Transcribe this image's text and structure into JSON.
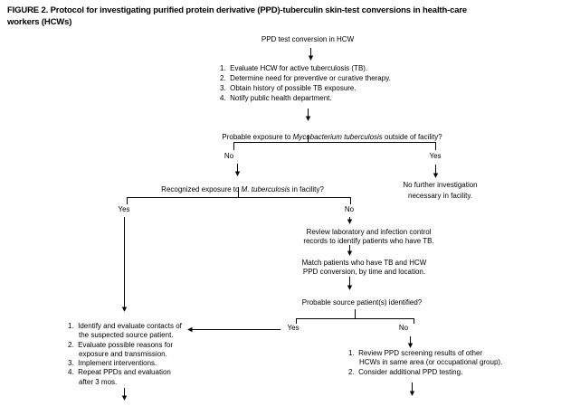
{
  "figure": {
    "title": "FIGURE 2. Protocol for investigating purified protein derivative (PPD)-tuberculin skin-test conversions in health-care\nworkers (HCWs)"
  },
  "flow": {
    "start": "PPD test conversion in HCW",
    "initial_steps": {
      "items": [
        "1.  Evaluate HCW for active tuberculosis (TB).",
        "2.  Determine need for preventive or curative therapy.",
        "3.  Obtain history of possible TB exposure.",
        "4.  Notify public health department."
      ]
    },
    "q_outside_exposure": {
      "text_pre": "Probable exposure to ",
      "text_italic": "Mycobacterium tuberculosis",
      "text_post": " outside of facility?",
      "label_no": "No",
      "label_yes": "Yes"
    },
    "no_further_investigation": "No further investigation\nnecessary in facility.",
    "q_facility_exposure": {
      "text_pre": "Recognized exposure to ",
      "text_italic": "M. tuberculosis",
      "text_post": " in facility?",
      "label_yes": "Yes",
      "label_no": "No"
    },
    "review_records": "Review laboratory and infection control\nrecords to identify patients who have TB.",
    "match_patients": "Match patients who have TB and HCW\nPPD conversion, by time and location.",
    "q_source_identified": {
      "text": "Probable source patient(s) identified?",
      "label_yes": "Yes",
      "label_no": "No"
    },
    "source_found_steps": {
      "items": [
        "1.  Identify and evaluate contacts of\nthe suspected source patient.",
        "2.  Evaluate possible reasons for\nexposure and transmission.",
        "3.  Implement interventions.",
        "4.  Repeat PPDs and evaluation\nafter 3 mos."
      ]
    },
    "source_not_found_steps": {
      "items": [
        "1.  Review PPD screening results of other\nHCWs in same area (or occupational group).",
        "2.  Consider additional PPD testing."
      ]
    }
  }
}
